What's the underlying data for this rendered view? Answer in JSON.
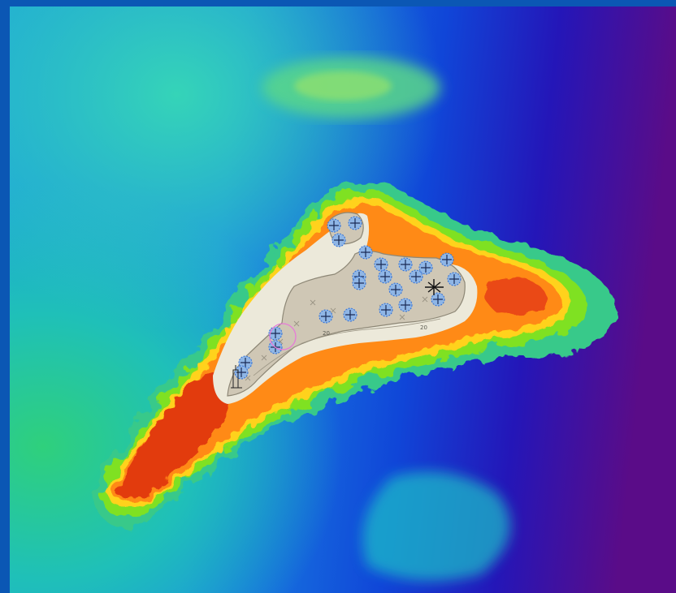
{
  "map": {
    "type": "bathymetric-relief-map",
    "color_scale": [
      "#e23a10",
      "#ff7a10",
      "#ffd21a",
      "#7ee021",
      "#27c9b8",
      "#1797e0",
      "#1039d8",
      "#3a12a8",
      "#6a0a78"
    ],
    "chart_overlay": {
      "fill_shallow": "#ece9da",
      "fill_reef": "#cfc7b5",
      "symbol_color": "#2f6fd6"
    },
    "depth_labels": [
      "20",
      "20"
    ],
    "marker_colors": {
      "wreck": "#111111",
      "highlight_ring": "#e77ad8"
    },
    "icons": [
      "obstruction-icon",
      "wreck-icon",
      "beacon-icon",
      "highlight-ring-icon"
    ]
  }
}
